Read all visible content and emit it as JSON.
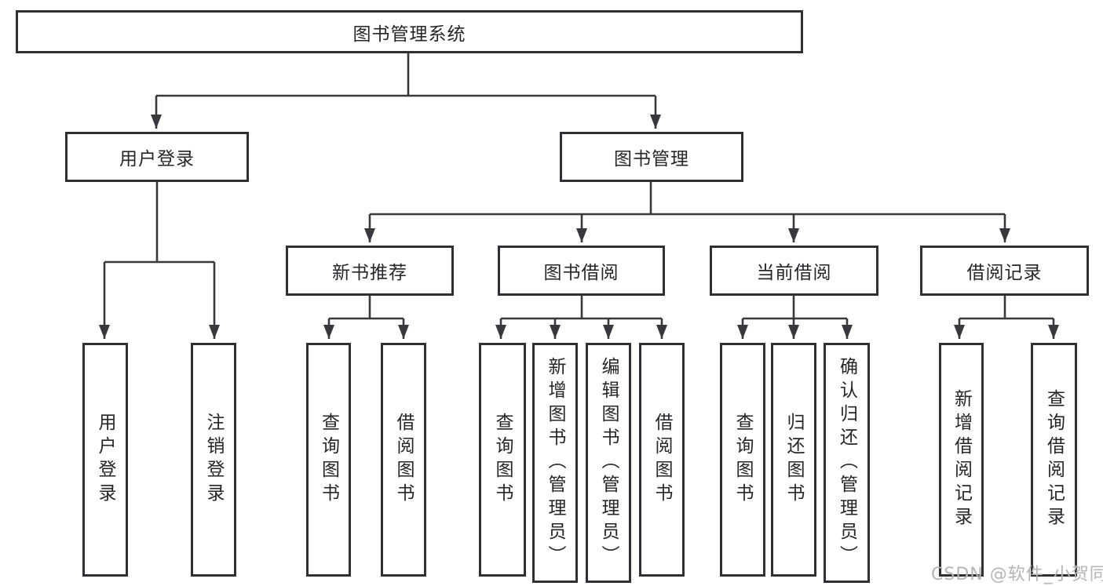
{
  "title": "图书管理系统",
  "watermark": "CSDN @软件_小贺同学",
  "colors": {
    "background": "#ffffff",
    "box_border": "#303034",
    "connector_line": "#39393d",
    "text": "#26262a",
    "watermark_text": "#b5b5b5"
  },
  "level2": {
    "user_login": "用户登录",
    "book_mgmt": "图书管理"
  },
  "level3": {
    "new_book_rec": "新书推荐",
    "book_borrow": "图书借阅",
    "current_borrow": "当前借阅",
    "borrow_records": "借阅记录"
  },
  "leaves": {
    "user_login": [
      "用户登录",
      "注销登录"
    ],
    "new_book_rec": [
      "查询图书",
      "借阅图书"
    ],
    "book_borrow": [
      "查询图书",
      "新增图书（管理员）",
      "编辑图书（管理员）",
      "借阅图书"
    ],
    "current_borrow": [
      "查询图书",
      "归还图书",
      "确认归还（管理员）"
    ],
    "borrow_records": [
      "新增借阅记录",
      "查询借阅记录"
    ]
  }
}
